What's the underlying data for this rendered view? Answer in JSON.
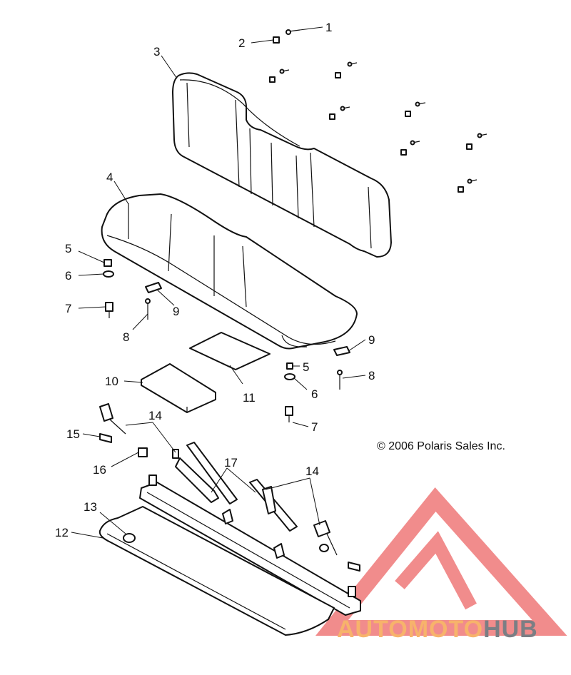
{
  "copyright": "© 2006 Polaris Sales Inc.",
  "logo": {
    "part1": "AUTOMOTO",
    "part2": "HUB",
    "color_primary": "#f7b36b",
    "color_secondary": "#7b7e84",
    "triangle_color": "#f08080"
  },
  "callouts": {
    "c1": "1",
    "c2": "2",
    "c3": "3",
    "c4": "4",
    "c5a": "5",
    "c6a": "6",
    "c7a": "7",
    "c8a": "8",
    "c9a": "9",
    "c9b": "9",
    "c5b": "5",
    "c8b": "8",
    "c6b": "6",
    "c7b": "7",
    "c10": "10",
    "c11": "11",
    "c12": "12",
    "c13": "13",
    "c14a": "14",
    "c14b": "14",
    "c15": "15",
    "c16": "16",
    "c17": "17"
  }
}
